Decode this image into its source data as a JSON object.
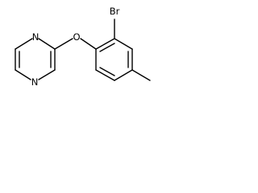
{
  "structure": {
    "atoms": {
      "pyrazine_n_top": "N",
      "pyrazine_n_bottom": "N",
      "ether_oxygen": "O",
      "bromine": "Br"
    }
  }
}
